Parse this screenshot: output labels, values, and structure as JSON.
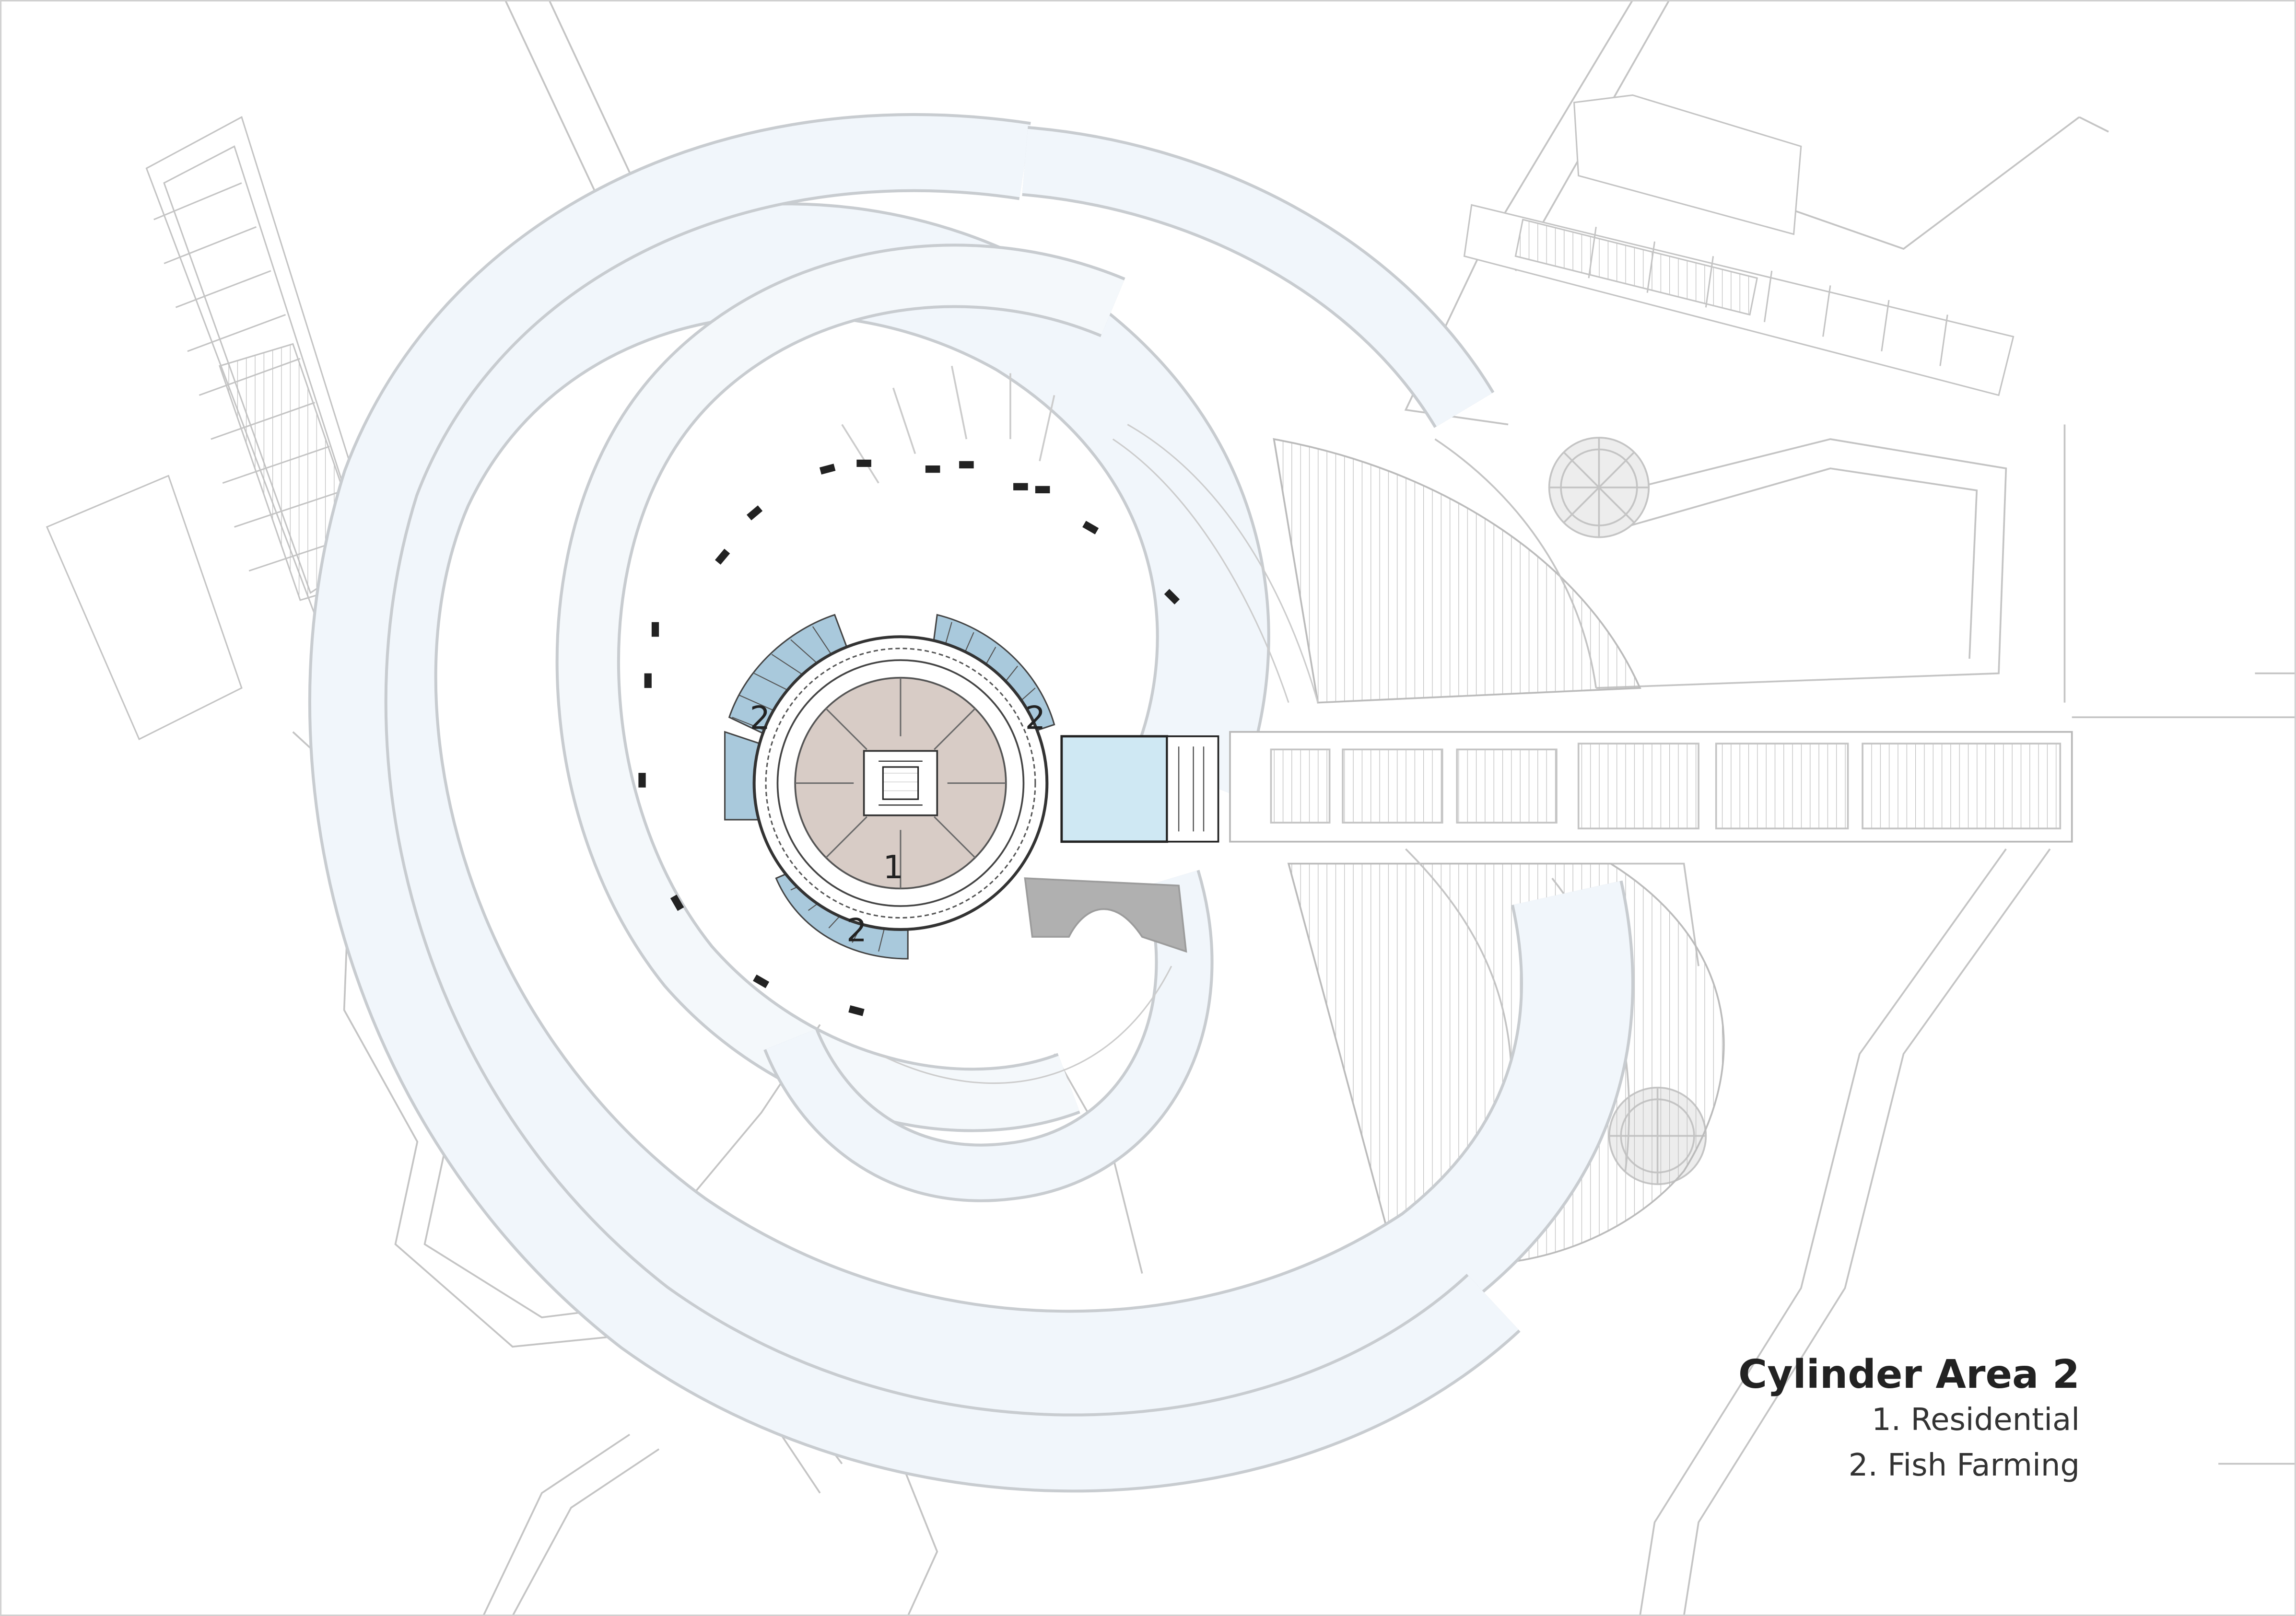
{
  "legend": {
    "title": "Cylinder Area 2",
    "items": [
      {
        "label": "1. Residential"
      },
      {
        "label": "2. Fish Farming"
      }
    ]
  },
  "plan_labels": {
    "residential_marker": "1",
    "fish_marker": "2"
  },
  "colors": {
    "line": "#c4c4c4",
    "ramp_fill": "#f1f6fb",
    "core_fill": "#d8ccc6",
    "glass_fill": "#a9c9dc",
    "bridge_fill": "#cfe8f3",
    "shadow_fill": "#b0b0b0",
    "dark": "#222222"
  }
}
